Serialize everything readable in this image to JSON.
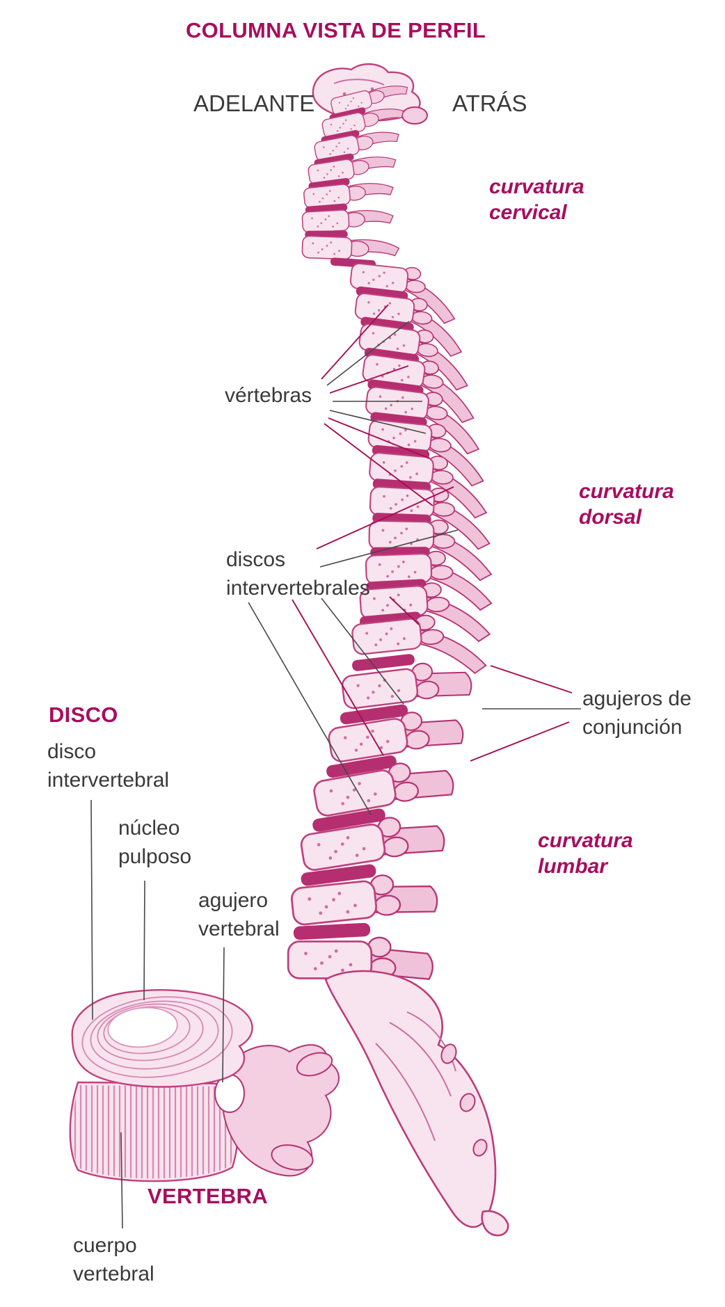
{
  "title": "COLUMNA VISTA DE PERFIL",
  "orientation": {
    "front": "ADELANTE",
    "back": "ATRÁS"
  },
  "curvatures": {
    "cervical": {
      "line1": "curvatura",
      "line2": "cervical"
    },
    "dorsal": {
      "line1": "curvatura",
      "line2": "dorsal"
    },
    "lumbar": {
      "line1": "curvatura",
      "line2": "lumbar"
    }
  },
  "spine_labels": {
    "vertebras": "vértebras",
    "discos": {
      "line1": "discos",
      "line2": "intervertebrales"
    },
    "agujeros": {
      "line1": "agujeros de",
      "line2": "conjunción"
    }
  },
  "disc_section": {
    "heading": "DISCO",
    "disco": {
      "line1": "disco",
      "line2": "intervertebral"
    },
    "nucleo": {
      "line1": "núcleo",
      "line2": "pulposo"
    },
    "agujero": {
      "line1": "agujero",
      "line2": "vertebral"
    }
  },
  "vertebra_section": {
    "heading": "VERTEBRA",
    "cuerpo": {
      "line1": "cuerpo",
      "line2": "vertebral"
    }
  },
  "colors": {
    "magenta": "#a80d5e",
    "label_gray": "#3a3a3a",
    "leader_magenta": "#a50d53",
    "leader_gray": "#474747",
    "pink_stroke": "#c0407e",
    "pink_fill": "#f8e4ee",
    "disc_fill": "#b52f70"
  }
}
